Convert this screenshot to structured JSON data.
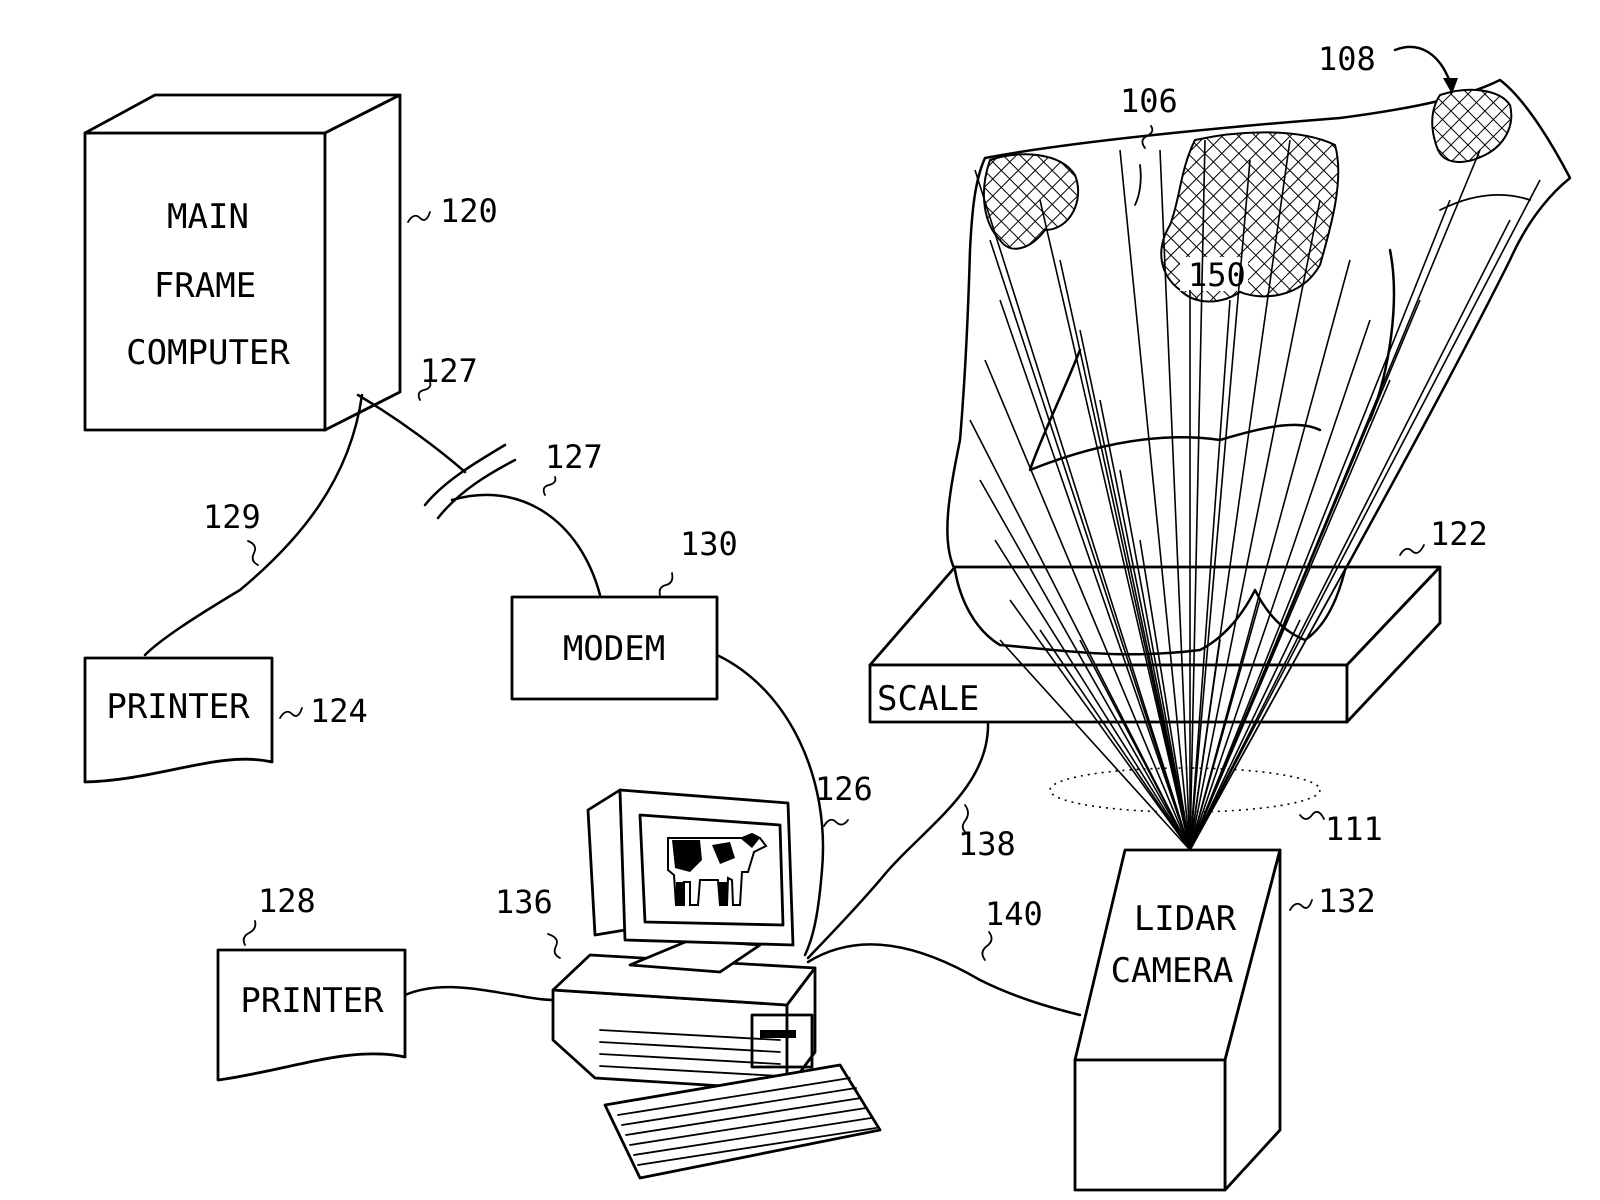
{
  "mainframe": {
    "line1": "MAIN",
    "line2": "FRAME",
    "line3": "COMPUTER",
    "ref": "120"
  },
  "printer_left": {
    "label": "PRINTER",
    "ref": "124"
  },
  "printer_bottom": {
    "label": "PRINTER",
    "ref": "128"
  },
  "modem": {
    "label": "MODEM",
    "ref": "130"
  },
  "scale": {
    "label": "SCALE",
    "ref": "122"
  },
  "lidar": {
    "line1": "LIDAR",
    "line2": "CAMERA",
    "ref": "132"
  },
  "refs": {
    "r106": "106",
    "r108": "108",
    "r150": "150",
    "r127a": "127",
    "r127b": "127",
    "r129": "129",
    "r126": "126",
    "r138": "138",
    "r111": "111",
    "r136": "136",
    "r140": "140"
  }
}
